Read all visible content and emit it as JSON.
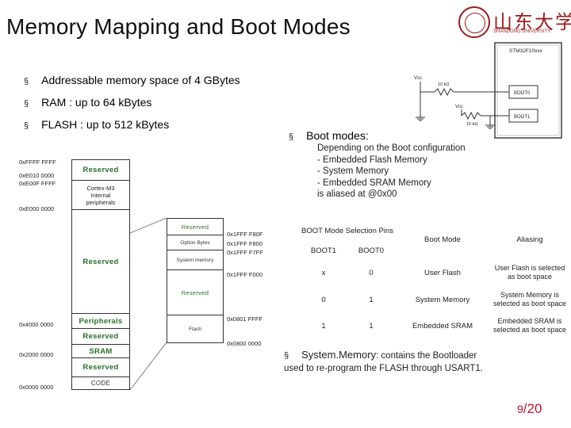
{
  "slide": {
    "title": "Memory Mapping and Boot Modes",
    "logo": {
      "chinese": "山东大学",
      "english": "SHANDONG UNIVERSITY"
    },
    "bullets": [
      "Addressable memory space of 4 GBytes",
      "RAM : up to 64 kBytes",
      "FLASH : up to 512 kBytes"
    ],
    "bullet_symbol": "§",
    "boot_modes_heading": "Boot modes:",
    "boot_description": [
      "Depending on the Boot configuration",
      "- Embedded  Flash Memory",
      "- System Memory",
      "- Embedded  SRAM Memory",
      " is aliased at @0x00"
    ],
    "schematic": {
      "chip_label": "STM32F10xxx",
      "vcc1": "Vcc",
      "vcc2": "Vcc",
      "r1": "10 kΩ",
      "r2": "10 kΩ",
      "boot0": "BOOT0",
      "boot1": "BOOT1"
    },
    "memory_map": {
      "left_addresses": {
        "a1": "0xFFFF FFFF",
        "a2": "0xE010 0000",
        "a3": "0xE00F FFFF",
        "a4": "0xE000 0000",
        "a5": "0x4000 0000",
        "a6": "0x2000 0000",
        "a7": "0x0000 0000"
      },
      "blocks": {
        "reserved_top": "Reserved",
        "cortex": "Cortex-M3 Internal peripherals",
        "reserved_mid": "Reserved",
        "peripherals": "Peripherals",
        "reserved_low": "Reserved",
        "sram": "SRAM",
        "reserved_bottom": "Reserved",
        "code": "CODE"
      },
      "zoom_blocks": {
        "reserved1": "Reserved",
        "option_bytes": "Option Bytes",
        "system_memory": "System memory",
        "reserved2": "Reserved",
        "flash": "Flash"
      },
      "zoom_addresses": {
        "z1": "0x1FFF F80F",
        "z2": "0x1FFF F800",
        "z3": "0x1FFF F7FF",
        "z4": "0x1FFF F000",
        "z5": "0x0801 FFFF",
        "z6": "0x0800 0000"
      }
    },
    "boot_table": {
      "header_pins": "BOOT Mode Selection Pins",
      "header_boot1": "BOOT1",
      "header_boot0": "BOOT0",
      "header_mode": "Boot Mode",
      "header_aliasing": "Aliasing",
      "rows": [
        {
          "boot1": "x",
          "boot0": "0",
          "mode": "User Flash",
          "alias": "User Flash is selected as boot space"
        },
        {
          "boot1": "0",
          "boot0": "1",
          "mode": "System Memory",
          "alias": "System Memory is selected as boot space"
        },
        {
          "boot1": "1",
          "boot0": "1",
          "mode": "Embedded SRAM",
          "alias": "Embedded SRAM is selected as boot space"
        }
      ]
    },
    "footer": {
      "bullet_symbol": "§",
      "term": "System.Memory",
      "text1": ": contains the Bootloader",
      "text2": "used to  re-program the FLASH through USART1."
    },
    "page": {
      "current": "9",
      "sep": "/",
      "total": "20"
    },
    "colors": {
      "reserved_green": "#2a6e2a",
      "page_red": "#c0102a",
      "logo_red": "#9b1c1c"
    }
  }
}
